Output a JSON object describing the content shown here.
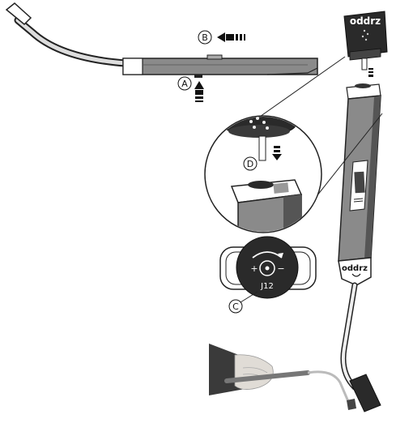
{
  "labels": {
    "a": "A",
    "b": "B",
    "c": "C",
    "d": "D",
    "dial_model": "J12",
    "plus": "+",
    "minus": "−"
  },
  "brand": {
    "cap": "oddrz",
    "base": "oddrz"
  },
  "icons": {
    "top_left": "flexible-light-wand-icon",
    "right": "wand-with-cap-icon",
    "zoom": "zoom-detail-icon",
    "dial": "adjustment-dial-icon",
    "hand": "hand-holding-wand-icon"
  },
  "colors": {
    "body": "#8a8a8a",
    "body_dark": "#555555",
    "cap": "#2a2a2a",
    "outline": "#222222",
    "background": "#ffffff"
  }
}
